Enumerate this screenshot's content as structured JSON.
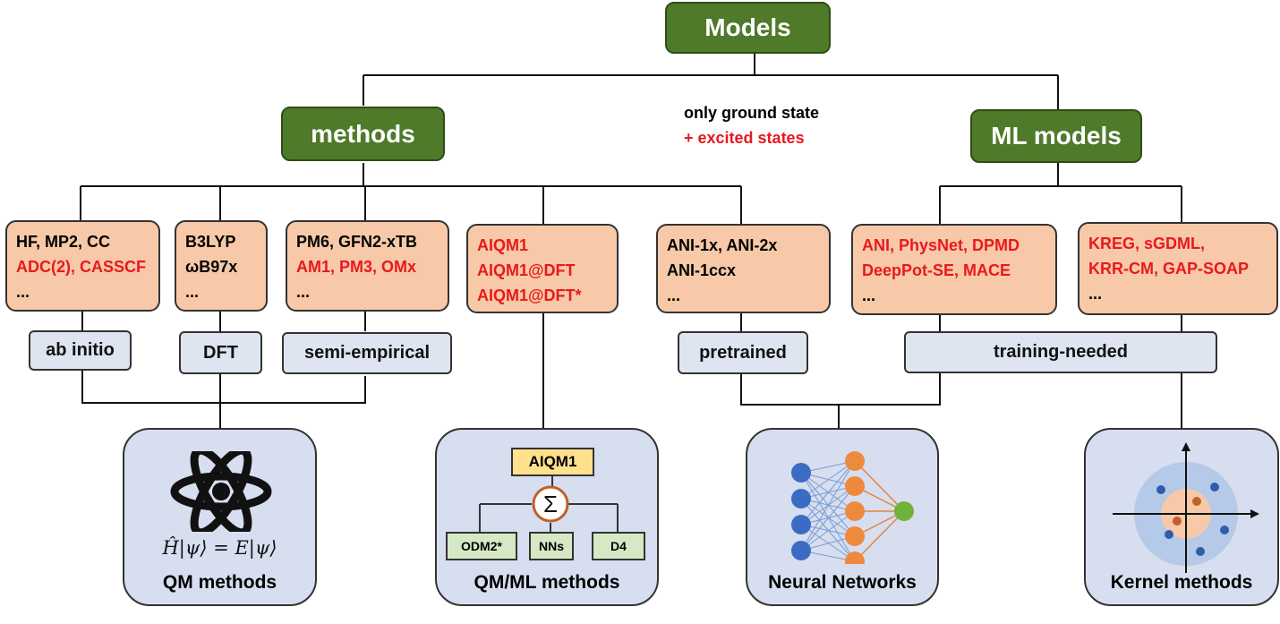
{
  "root": {
    "label": "Models"
  },
  "methods": {
    "label": "methods"
  },
  "ml_models": {
    "label": "ML models"
  },
  "legend": {
    "ground": "only ground state",
    "excited": "+ excited states"
  },
  "boxes": {
    "abinitio": {
      "line1": "HF, MP2, CC",
      "line2": "ADC(2), CASSCF",
      "line3": "..."
    },
    "dft": {
      "line1": "B3LYP",
      "line2": "ωB97x",
      "line3": "..."
    },
    "semi": {
      "line1": "PM6, GFN2-xTB",
      "line2": "AM1, PM3, OMx",
      "line3": "..."
    },
    "aiqm": {
      "line1": "AIQM1",
      "line2": "AIQM1@DFT",
      "line3": "AIQM1@DFT*"
    },
    "ani": {
      "line1": "ANI-1x, ANI-2x",
      "line2": "ANI-1ccx",
      "line3": "..."
    },
    "nn": {
      "line1": "ANI, PhysNet, DPMD",
      "line2": "DeepPot-SE, MACE",
      "line3": "..."
    },
    "kernel": {
      "line1": "KREG, sGDML,",
      "line2": "KRR-CM, GAP-SOAP",
      "line3": "..."
    }
  },
  "categories": {
    "abinitio": "ab initio",
    "dft": "DFT",
    "semi": "semi-empirical",
    "pretrained": "pretrained",
    "training": "training-needed"
  },
  "panels": {
    "qm": {
      "title": "QM methods",
      "equation": "Ĥ|ψ⟩ = E|ψ⟩"
    },
    "qmml": {
      "title": "QM/ML methods",
      "top": "AIQM1",
      "sum": "Σ",
      "b1": "ODM2*",
      "b2": "NNs",
      "b3": "D4"
    },
    "nn": {
      "title": "Neural Networks"
    },
    "kernel": {
      "title": "Kernel methods"
    }
  },
  "colors": {
    "green": "#4f7a2a",
    "peach": "#f7c9a8",
    "category": "#dfe4f1",
    "panel": "#d6deef",
    "red": "#e8191e"
  }
}
